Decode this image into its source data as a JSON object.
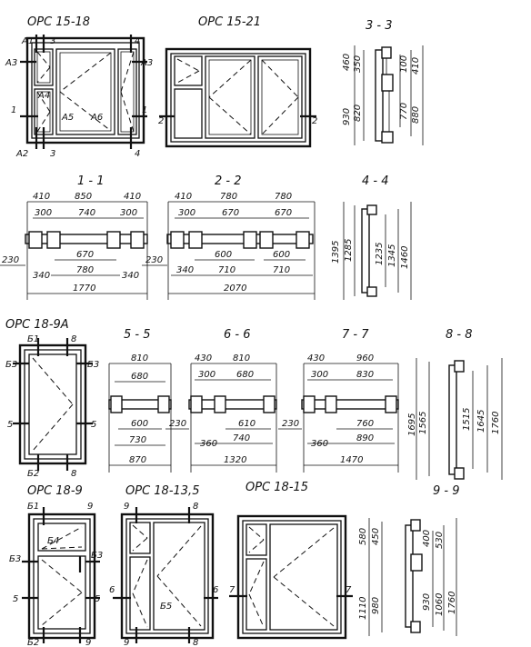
{
  "titles": {
    "ors1518": "ОРС 15-18",
    "ors1521": "ОРС 15-21",
    "s33": "3 - 3",
    "s11": "1 - 1",
    "s22": "2 - 2",
    "s44": "4 - 4",
    "ors189a": "ОРС 18-9А",
    "s55": "5 - 5",
    "s66": "6 - 6",
    "s77": "7 - 7",
    "s88": "8 - 8",
    "ors189": "ОРС 18-9",
    "ors18135": "ОРС 18-13,5",
    "ors1815": "ОРС 18-15",
    "s99": "9 - 9"
  },
  "labels": {
    "a1": "А1",
    "a2": "А2",
    "a3": "А3",
    "a3r": "А3",
    "a4": "А4",
    "a5": "А5",
    "a6": "А6",
    "n1": "1",
    "n1r": "1",
    "n3t": "3",
    "n3b": "3",
    "n4t": "4",
    "n4b": "4",
    "n2l": "2",
    "n2r": "2",
    "b1": "Б1",
    "b2": "Б2",
    "b3": "Б3",
    "b3r": "Б3",
    "b4": "Б4",
    "b5": "Б5",
    "n5l": "5",
    "n5r": "5",
    "n8t": "8",
    "n8b": "8",
    "c_b1": "Б1",
    "c_b2": "Б2",
    "c_b3": "Б3",
    "c_b4": "Б4",
    "c_5l": "5",
    "c_5r": "5",
    "c_9t": "9",
    "c_9b": "9",
    "d_9t": "9",
    "d_9b": "9",
    "d_6l": "6",
    "d_6r": "6",
    "d_8t": "8",
    "d_8b": "8",
    "d_b5": "Б5",
    "e_7l": "7",
    "e_7r": "7"
  },
  "dims": {
    "s33": {
      "v1": "460",
      "v2": "350",
      "v3": "100",
      "v4": "410",
      "v5": "930",
      "v6": "820",
      "v7": "770",
      "v8": "880"
    },
    "s11": {
      "t1": "410",
      "t2": "850",
      "t3": "410",
      "m1": "300",
      "m2": "740",
      "m3": "300",
      "side": "230",
      "b1": "670",
      "b2": "780",
      "b3": "340",
      "b4": "340",
      "total": "1770"
    },
    "s22": {
      "t1": "410",
      "t2": "780",
      "t3": "780",
      "m1": "300",
      "m2": "670",
      "m3": "670",
      "side": "230",
      "b1": "600",
      "b2": "600",
      "b3": "340",
      "b4": "710",
      "b5": "710",
      "total": "2070"
    },
    "s44": {
      "v1": "1395",
      "v2": "1285",
      "v3": "1235",
      "v4": "1345",
      "v5": "1460"
    },
    "s55": {
      "t1": "810",
      "m1": "680",
      "b1": "600",
      "b2": "730",
      "b3": "870"
    },
    "s66": {
      "t1": "430",
      "t2": "810",
      "m1": "300",
      "m2": "680",
      "side": "230",
      "b1": "610",
      "b2": "360",
      "b3": "740",
      "total": "1320"
    },
    "s77": {
      "t1": "430",
      "t2": "960",
      "m1": "300",
      "m2": "830",
      "side": "230",
      "b1": "760",
      "b2": "360",
      "b3": "890",
      "total": "1470"
    },
    "s88": {
      "v1": "1695",
      "v2": "1565",
      "v3": "1515",
      "v4": "1645",
      "v5": "1760"
    },
    "s99": {
      "v1": "580",
      "v2": "450",
      "v3": "400",
      "v4": "530",
      "v5": "1110",
      "v6": "980",
      "v7": "930",
      "v8": "1060",
      "v9": "1760"
    }
  }
}
